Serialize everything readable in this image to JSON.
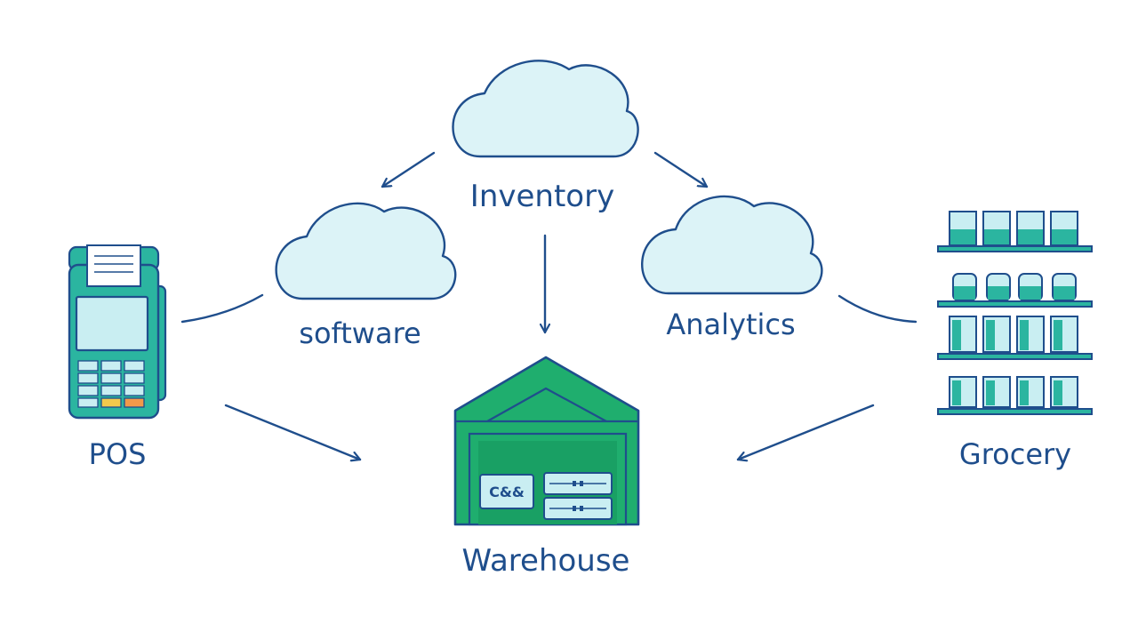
{
  "nodes": {
    "inventory": {
      "label": "Inventory",
      "icon": "cloud-icon"
    },
    "software": {
      "label": "software",
      "icon": "cloud-icon"
    },
    "analytics": {
      "label": "Analytics",
      "icon": "cloud-icon"
    },
    "pos": {
      "label": "POS",
      "icon": "pos-terminal-icon"
    },
    "grocery": {
      "label": "Grocery",
      "icon": "store-shelves-icon"
    },
    "warehouse": {
      "label": "Warehouse",
      "icon": "warehouse-icon",
      "box_label": "C&&"
    }
  },
  "colors": {
    "line": "#1f4e8c",
    "cloud_fill": "#dcf3f7",
    "teal_fill": "#2bb5a0",
    "green_fill": "#1fae6e",
    "screen_fill": "#c9eef2",
    "key_yellow": "#f2c94c",
    "key_orange": "#f2994a"
  }
}
